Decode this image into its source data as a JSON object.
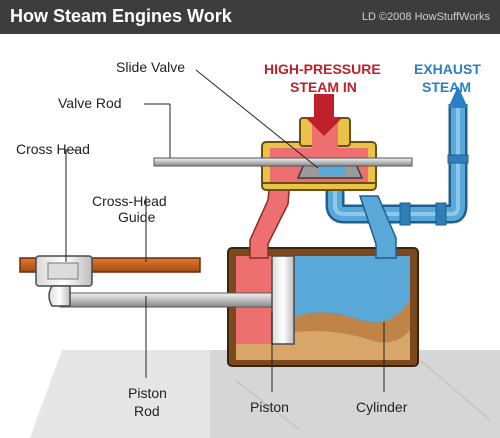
{
  "header": {
    "title": "How Steam Engines Work",
    "credit": "LD ©2008 HowStuffWorks"
  },
  "labels": {
    "slide_valve": "Slide Valve",
    "valve_rod": "Valve Rod",
    "cross_head": "Cross Head",
    "cross_head_guide_line1": "Cross-Head",
    "cross_head_guide_line2": "Guide",
    "high_pressure_line1": "HIGH-PRESSURE",
    "high_pressure_line2": "STEAM IN",
    "exhaust_line1": "EXHAUST",
    "exhaust_line2": "STEAM",
    "piston_rod_line1": "Piston",
    "piston_rod_line2": "Rod",
    "piston": "Piston",
    "cylinder": "Cylinder"
  },
  "colors": {
    "header_bg": "#3d3d3d",
    "high_pressure_steam": "#ee6f6f",
    "exhaust_steam": "#5aa8d8",
    "brass": "#e9c24a",
    "bronze": "#8b5a2b",
    "floor": "#d8d8d8",
    "guide_orange": "#c9601e"
  },
  "icons": {
    "steam_in_arrow": "arrow-down-icon",
    "steam_out_arrow": "arrow-up-icon"
  }
}
